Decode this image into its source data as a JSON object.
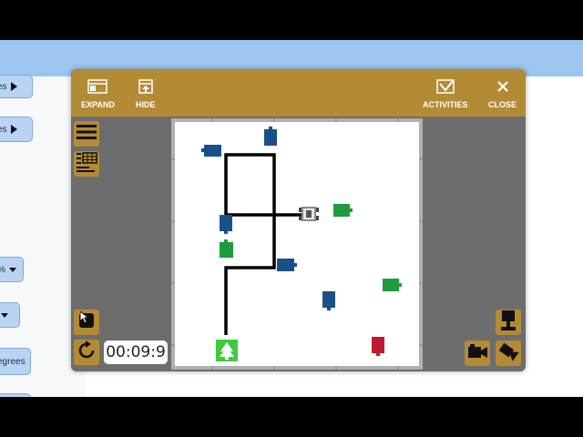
{
  "sidebar": {
    "buttons": [
      {
        "label": "es",
        "control": "arrow"
      },
      {
        "label": "es",
        "control": "arrow"
      },
      {
        "label": "%",
        "control": "dropdown"
      },
      {
        "label": "",
        "control": "dropdown"
      },
      {
        "label": "egrees",
        "control": "none"
      }
    ]
  },
  "modal": {
    "header": {
      "expand_label": "EXPAND",
      "hide_label": "HIDE",
      "activities_label": "ACTIVITIES",
      "close_label": "CLOSE"
    },
    "timer": "00:09:9"
  },
  "colors": {
    "header": "#b38b35",
    "modal_bg": "#6d6d6d",
    "blue_block": "#1b4f8a",
    "green_block": "#1f9a3e",
    "red_block": "#c0182e",
    "track": "#000000",
    "start_tile": "#3fcb3f"
  },
  "icons": {
    "expand": "window-icon",
    "hide": "upload-icon",
    "activities": "checkmark-icon",
    "close": "close-icon",
    "menu": "hamburger-menu-icon",
    "table": "table-icon",
    "stop": "stop-icon",
    "reset": "reset-icon",
    "camera_1": "camera-icon",
    "camera_2": "camera-icon",
    "camera_3": "camera-icon",
    "robot": "robot-icon",
    "start": "tree-start-icon"
  }
}
